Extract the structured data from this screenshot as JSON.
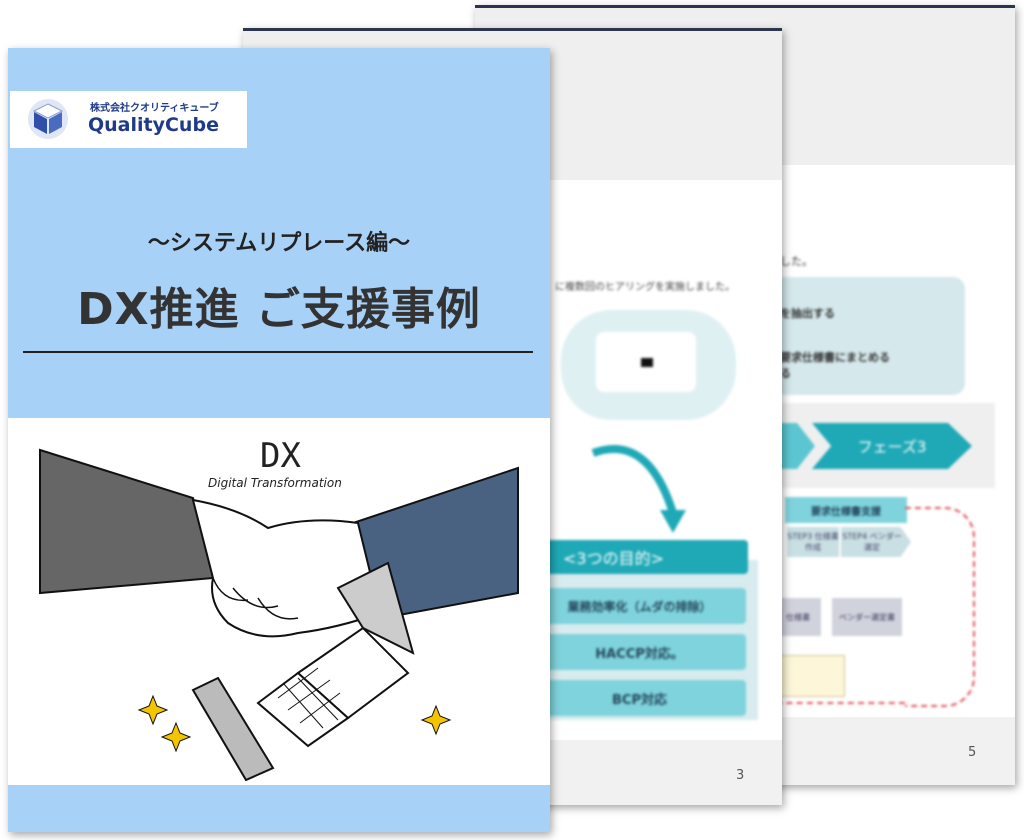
{
  "back_page": {
    "page_number": "5",
    "text_fragment": "した。",
    "box_lines": [
      "を抽出する",
      "要求仕様書にまとめる",
      "る"
    ],
    "phase_label": "フェーズ3",
    "support_label": "要求仕様書支援",
    "step3": "STEP3 仕様書作成",
    "step4": "STEP4 ベンダー選定",
    "doc1": "仕様書",
    "doc2": "ベンダー選定書",
    "colors": {
      "teal": "#1fa9b6",
      "dashed": "#e0505a"
    }
  },
  "middle_page": {
    "page_number": "3",
    "intro": "に複数回のヒアリングを実施しました。",
    "purpose_title": "<3つの目的>",
    "purposes": [
      "業務効率化（ムダの排除）",
      "HACCP対応。",
      "BCP対応"
    ]
  },
  "cover": {
    "company_jp": "株式会社クオリティキューブ",
    "company_en": "QualityCube",
    "subtitle": "〜システムリプレース編〜",
    "title": "DX推進 ご支援事例",
    "illustration_title": "DX",
    "illustration_subtitle": "Digital Transformation",
    "colors": {
      "band": "#a8d1f7",
      "logo_text": "#1f3a8a",
      "title": "#333333"
    }
  }
}
